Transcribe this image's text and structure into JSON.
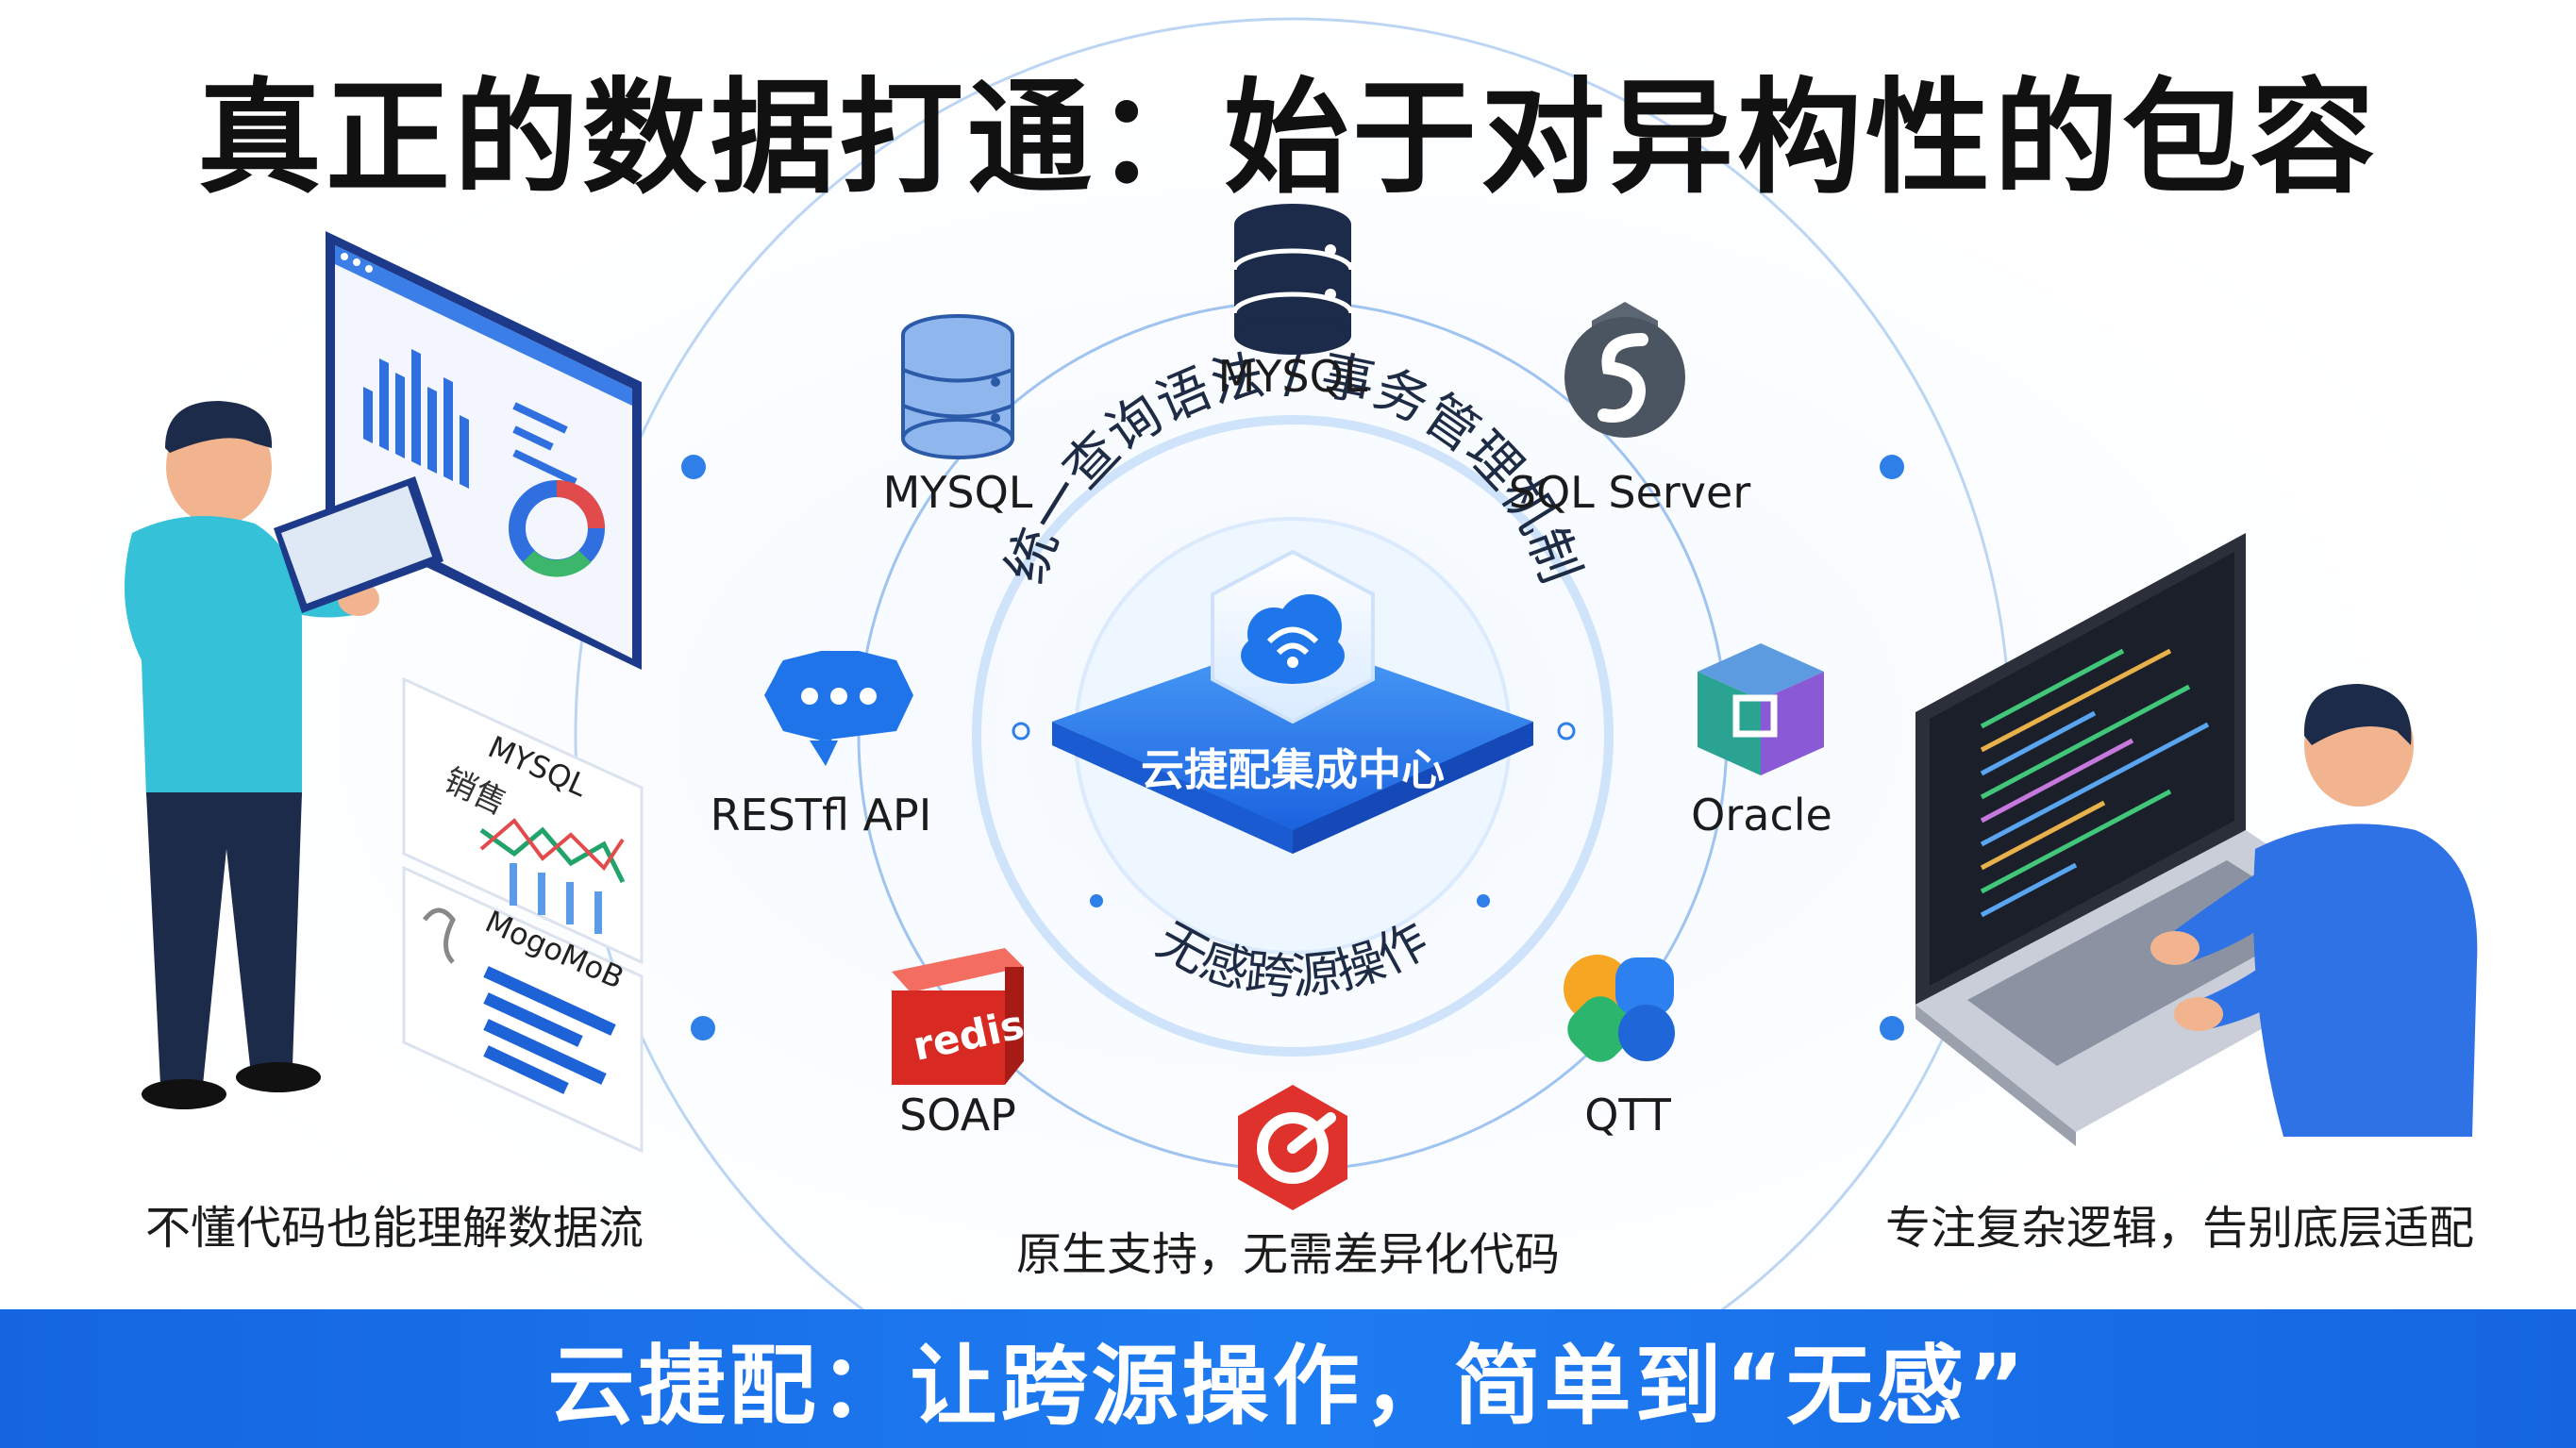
{
  "title": "真正的数据打通：始于对异构性的包容",
  "hub": {
    "label": "云捷配集成中心",
    "arc_top": "统一查询语法 / 事务管理机制",
    "arc_bottom": "无感跨源操作"
  },
  "sources": [
    {
      "label": "MYSQL",
      "icon": "database-icon"
    },
    {
      "label": "MYSQL",
      "icon": "database-icon"
    },
    {
      "label": "SQL Server",
      "icon": "sql-server-icon"
    },
    {
      "label": "RESTfl API",
      "icon": "api-chat-icon"
    },
    {
      "label": "Oracle",
      "icon": "cube-icon"
    },
    {
      "label": "SOAP",
      "icon": "redis-icon"
    },
    {
      "label": "QTT",
      "icon": "puzzle-icon"
    },
    {
      "label": "",
      "icon": "hexagon-logo-icon"
    }
  ],
  "redis_text": "redis",
  "left_panels": {
    "panel1_side": "销售",
    "panel1_title": "MYSQL",
    "panel2_title": "MogoMoB"
  },
  "captions": {
    "left": "不懂代码也能理解数据流",
    "center": "原生支持，无需差异化代码",
    "right": "专注复杂逻辑，告别底层适配"
  },
  "banner": "云捷配：让跨源操作，简单到“无感”",
  "colors": {
    "primary_blue": "#1e6fe6",
    "navy": "#1c2b4a",
    "cyan": "#35c2d8",
    "red": "#e0322d"
  }
}
